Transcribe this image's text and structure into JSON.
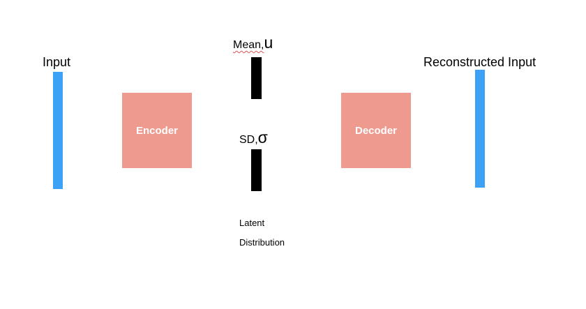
{
  "diagram": {
    "input_label": "Input",
    "reconstructed_label": "Reconstructed Input",
    "encoder_label": "Encoder",
    "decoder_label": "Decoder",
    "mean_label": "Mean,",
    "mean_symbol": "u",
    "sd_label": "SD,",
    "sd_symbol": "σ",
    "latent_line1": "Latent",
    "latent_line2": "Distribution"
  },
  "colors": {
    "vector_blue": "#3ba2f7",
    "box_salmon": "#ee9a8f",
    "latent_black": "#000000",
    "box_text": "#ffffff"
  }
}
